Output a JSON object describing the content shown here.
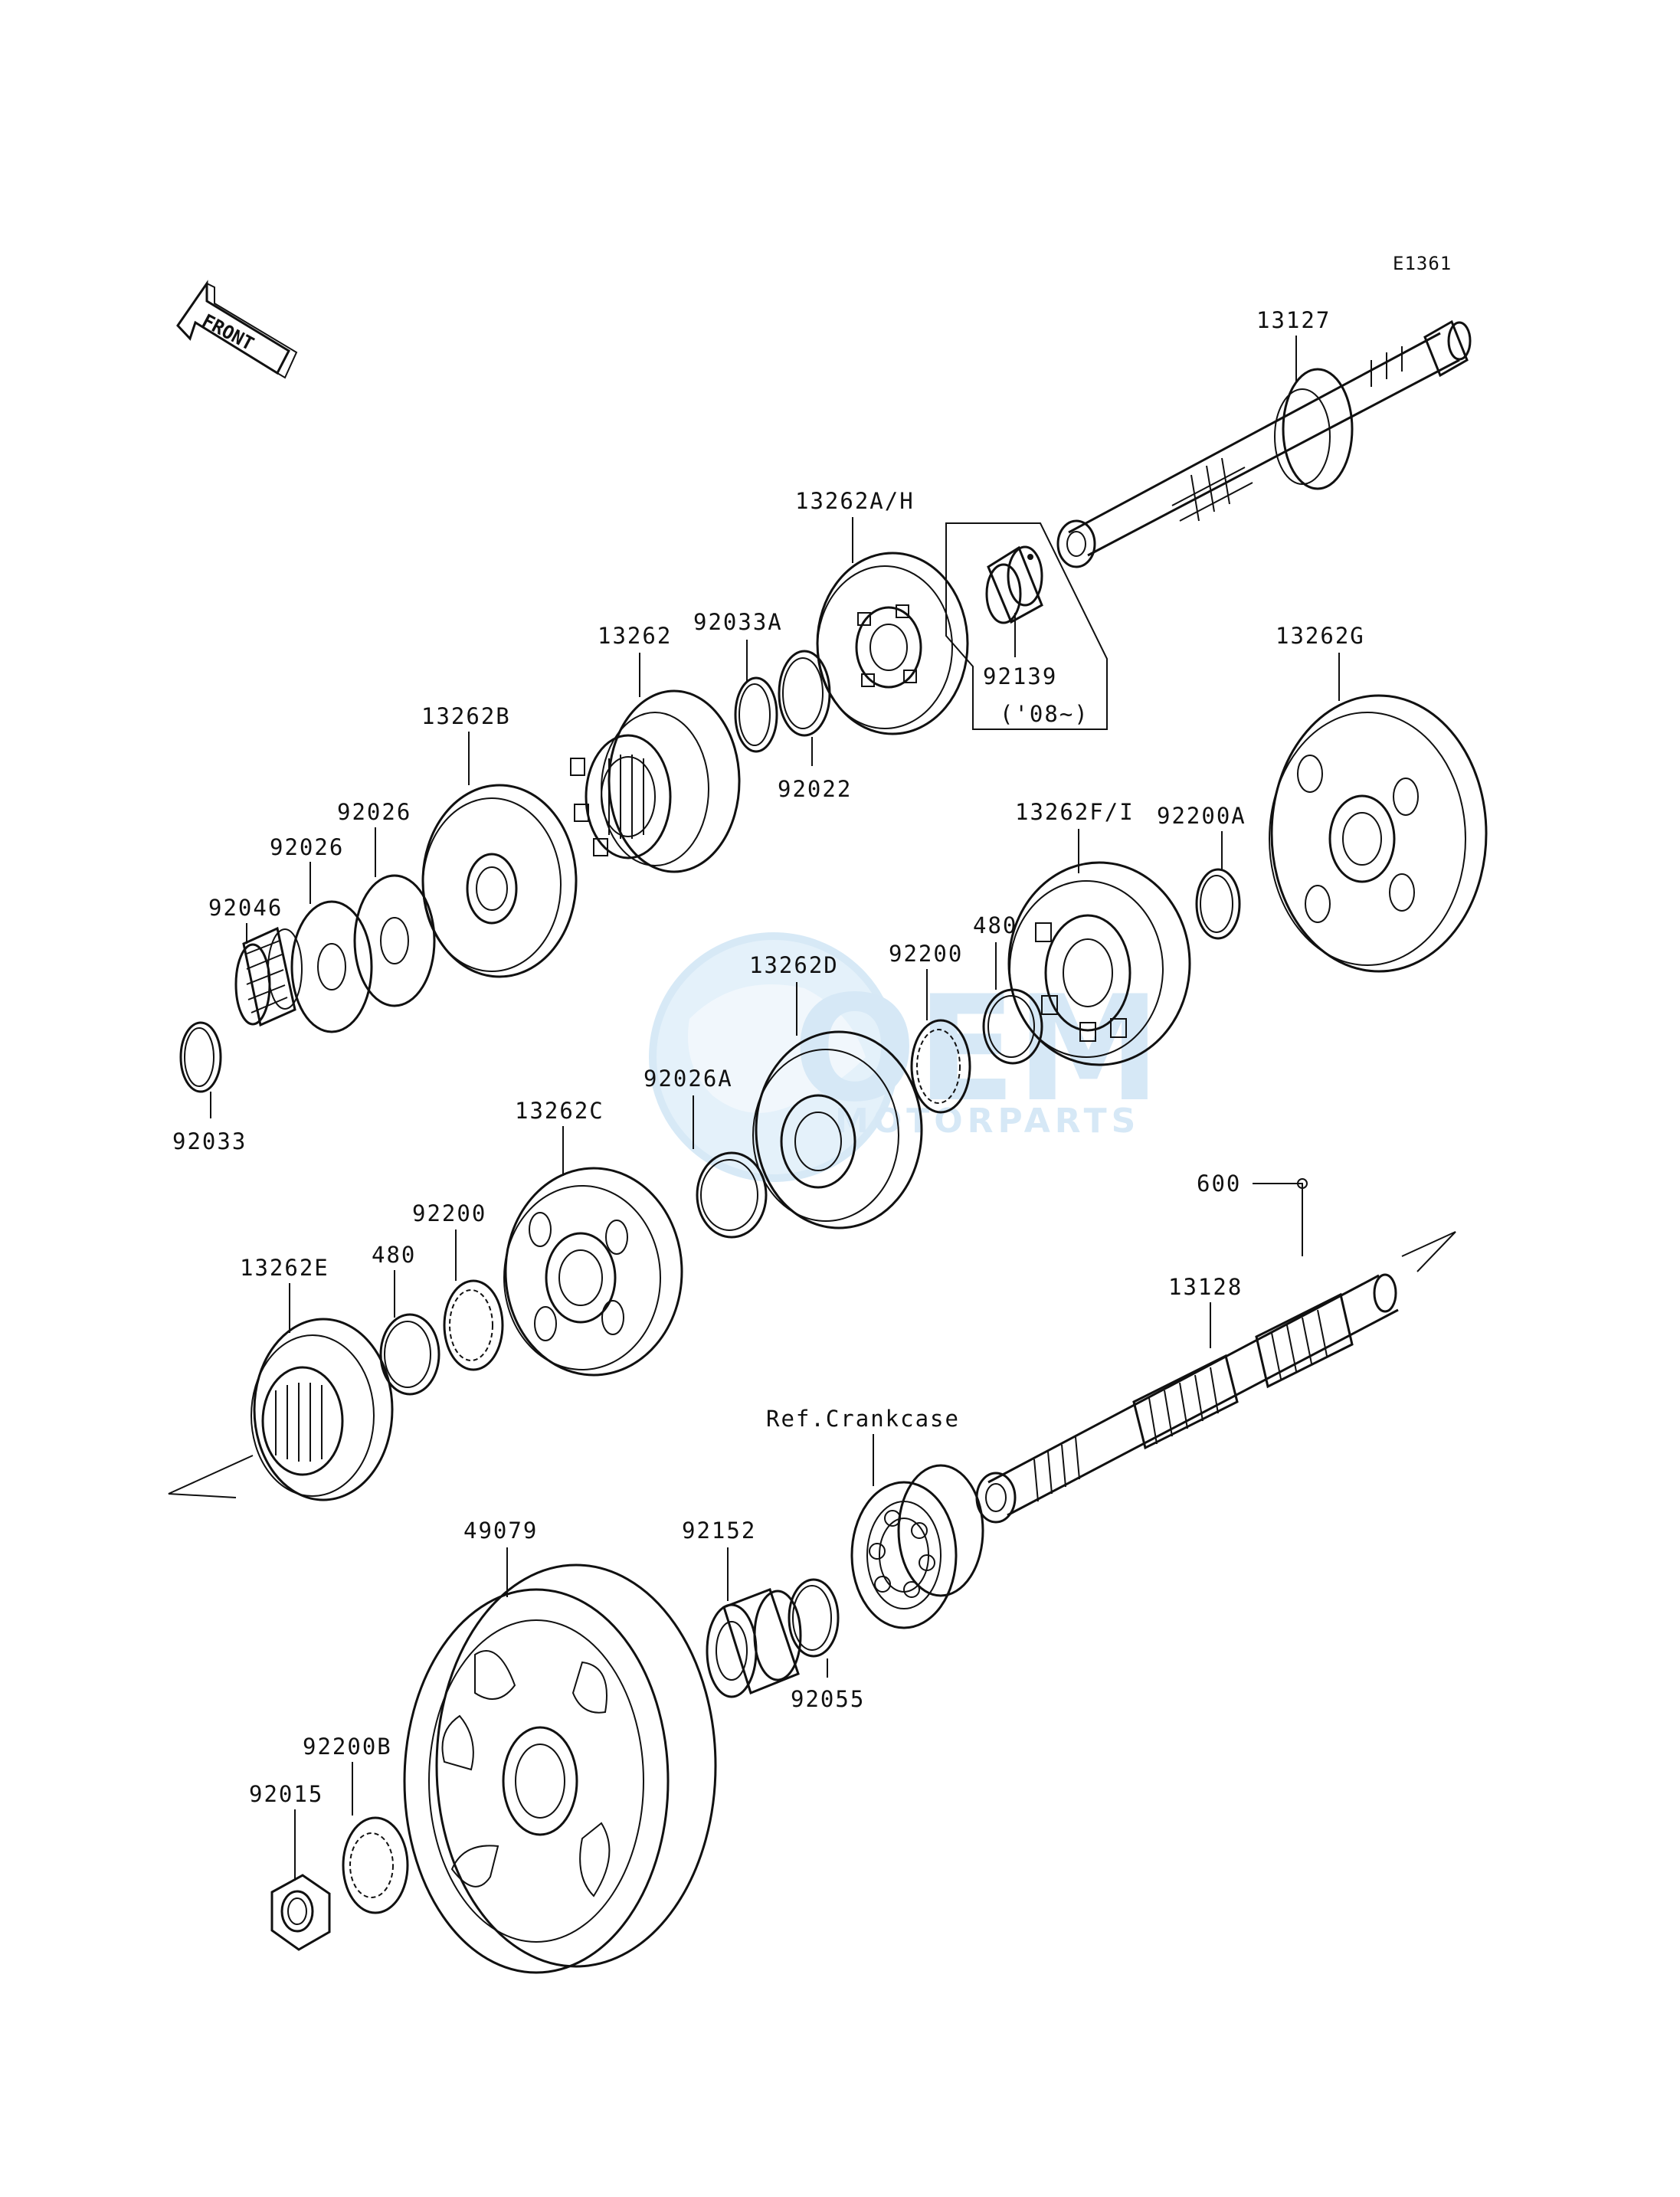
{
  "diagram_code": "E1361",
  "front_arrow_label": "FRONT",
  "watermark": {
    "line1": "OEM",
    "line2": "MOTORPARTS",
    "color": "#9fc9ea"
  },
  "parts": {
    "p13127": "13127",
    "p13262AH": "13262A/H",
    "p92139": "92139",
    "p92139_note": "('08~)",
    "p13262": "13262",
    "p92033A": "92033A",
    "p92022": "92022",
    "p13262B": "13262B",
    "p92026a": "92026",
    "p92026b": "92026",
    "p92046": "92046",
    "p92033": "92033",
    "p13262G": "13262G",
    "p13262FI": "13262F/I",
    "p92200A": "92200A",
    "p480a": "480",
    "p92200a": "92200",
    "p13262D": "13262D",
    "p13262C": "13262C",
    "p92026A": "92026A",
    "p92200b": "92200",
    "p480b": "480",
    "p13262E": "13262E",
    "p600": "600",
    "p13128": "13128",
    "ref_crankcase": "Ref.Crankcase",
    "p49079": "49079",
    "p92152": "92152",
    "p92055": "92055",
    "p92200B": "92200B",
    "p92015": "92015"
  }
}
